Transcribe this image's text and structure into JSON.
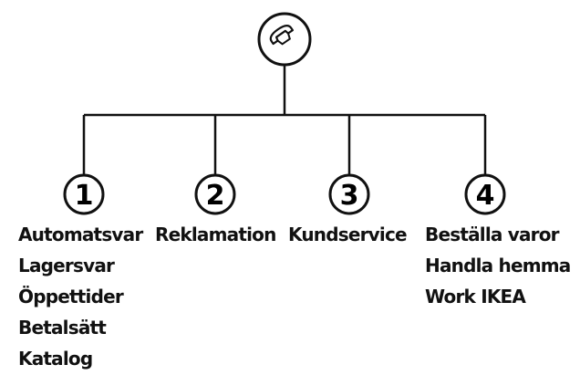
{
  "diagram": {
    "root": {
      "icon": "phone-icon"
    },
    "branches": [
      {
        "number": "1",
        "items": [
          "Automatsvar",
          "Lagersvar",
          "Öppettider",
          "Betalsätt",
          "Katalog"
        ]
      },
      {
        "number": "2",
        "items": [
          "Reklamation"
        ]
      },
      {
        "number": "3",
        "items": [
          "Kundservice"
        ]
      },
      {
        "number": "4",
        "items": [
          "Beställa varor",
          "Handla hemma",
          "Work IKEA"
        ]
      }
    ],
    "colors": {
      "stroke": "#111111",
      "background": "#ffffff"
    }
  }
}
